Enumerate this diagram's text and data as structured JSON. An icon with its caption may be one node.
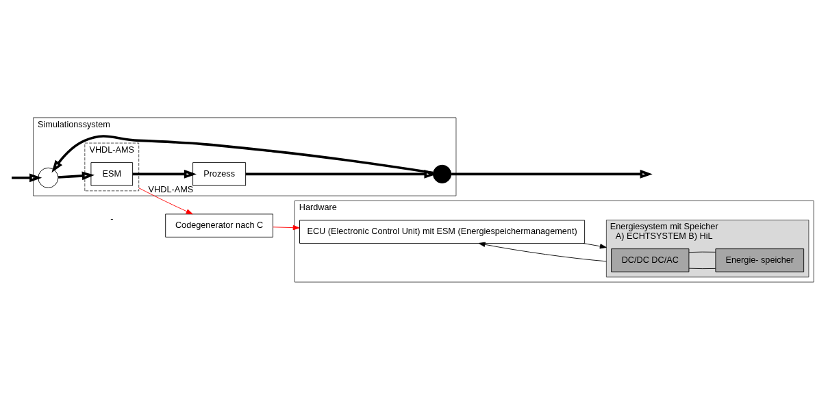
{
  "diagram": {
    "nodes": [
      {
        "text": [
          "Simulationssystem"
        ]
      },
      {
        "text": [
          "VHDL-AMS"
        ],
        "in": 0
      },
      {
        "text": [
          "ESM"
        ],
        "in": 1
      },
      {
        "text": [
          "Prozess"
        ],
        "in": 0,
        "beside": [
          "VHDL-AMS"
        ]
      },
      {
        "text": [],
        "shape": "circle",
        "in": 0
      },
      {
        "text": [],
        "shape": "dot",
        "in": 0
      },
      {
        "text": [
          "Codegenerator nach C"
        ]
      },
      {
        "text": [
          "Hardware"
        ]
      },
      {
        "text": [
          "ECU (Electronic Control Unit) mit ESM (Energiespeichermanagement)"
        ],
        "in": 7
      },
      {
        "text": [
          "Energiesystem mit Speicher",
          "A) ECHTSYSTEM B) HiL"
        ],
        "in": 7
      },
      {
        "text": [
          "DC/DC DC/AC"
        ],
        "in": 9
      },
      {
        "text": [
          "Energie- speicher"
        ],
        "in": 9
      }
    ],
    "edges": [
      {
        "from": null,
        "to": 4,
        "arrow": "to",
        "style": "thick"
      },
      {
        "from": 4,
        "to": 2,
        "arrow": "to",
        "style": "thick"
      },
      {
        "from": 2,
        "to": 3,
        "arrow": "to",
        "style": "thick"
      },
      {
        "from": 3,
        "to": 5,
        "arrow": "to",
        "style": "thick"
      },
      {
        "from": 5,
        "to": null,
        "arrow": "to",
        "style": "thick"
      },
      {
        "from": 5,
        "to": 4,
        "arrow": "to",
        "style": "thick"
      },
      {
        "from": 1,
        "to": 6,
        "arrow": "to",
        "color": "#ff0000"
      },
      {
        "from": 6,
        "to": 8,
        "arrow": "to",
        "color": "#ff0000"
      },
      {
        "from": 8,
        "to": 9,
        "arrow": "to"
      },
      {
        "from": 9,
        "to": 8,
        "arrow": "to"
      },
      {
        "from": 10,
        "to": 11,
        "arrow": "none"
      },
      {
        "from": 10,
        "to": 11,
        "arrow": "none"
      }
    ],
    "labels": [
      "-"
    ]
  }
}
